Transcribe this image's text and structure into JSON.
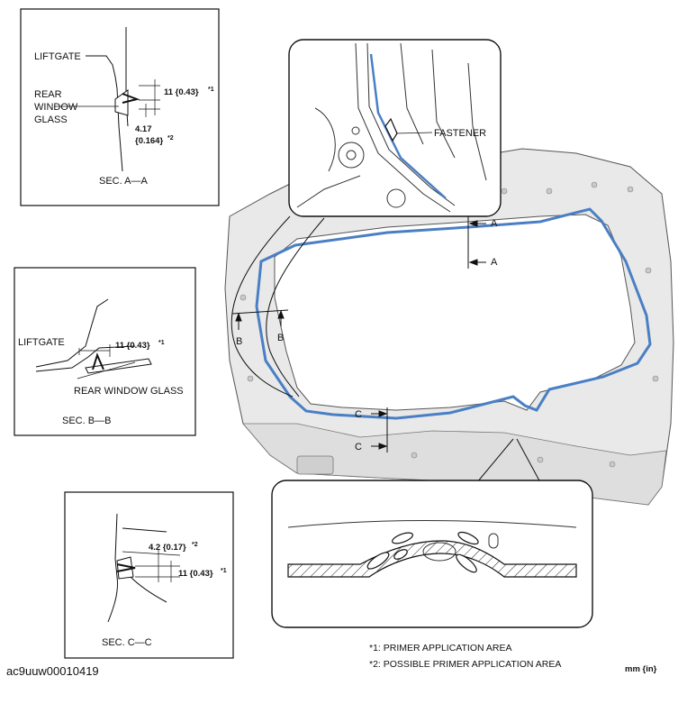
{
  "labels": {
    "liftgate": "LIFTGATE",
    "rear_window_glass_lines": [
      "REAR",
      "WINDOW",
      "GLASS"
    ],
    "rear_window_glass": "REAR WINDOW GLASS",
    "fastener": "FASTENER",
    "sec_a": "SEC. A—A",
    "sec_b": "SEC. B—B",
    "sec_c": "SEC. C—C",
    "cut_a": "A",
    "cut_b": "B",
    "cut_c": "C"
  },
  "dimensions": {
    "a_11": "11 {0.43}",
    "a_11_mark": "*1",
    "a_417": "4.17",
    "a_0164": "{0.164}",
    "a_0164_mark": "*2",
    "b_11": "11 {0.43}",
    "b_11_mark": "*1",
    "c_42": "4.2 {0.17}",
    "c_42_mark": "*2",
    "c_11": "11 {0.43}",
    "c_11_mark": "*1"
  },
  "notes": {
    "primer": "*1: PRIMER APPLICATION AREA",
    "possible": "*2: POSSIBLE PRIMER APPLICATION AREA",
    "units": "mm {in}"
  },
  "figure_code": "ac9uuw00010419",
  "colors": {
    "primer_bead": "#4a7fc4",
    "body_fill": "#e9e9e9",
    "line": "#222222"
  }
}
